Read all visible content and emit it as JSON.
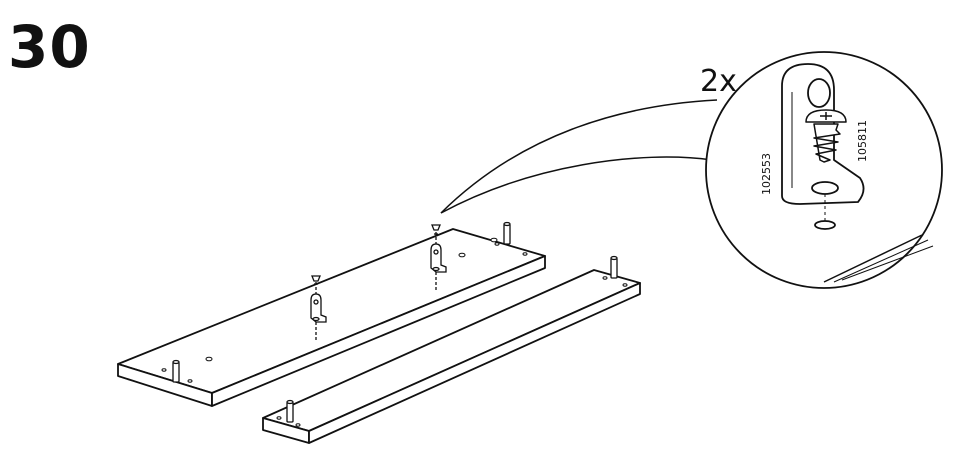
{
  "step": {
    "number": "30"
  },
  "detail": {
    "quantity": "2x",
    "bracket_part_number": "102553",
    "screw_part_number": "105811"
  }
}
